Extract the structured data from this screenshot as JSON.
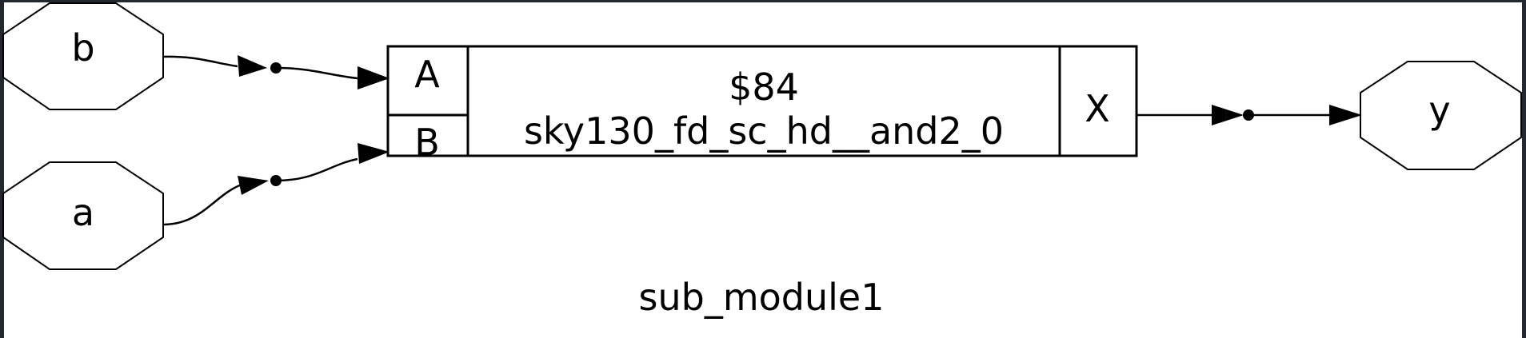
{
  "ports": {
    "b": {
      "label": "b"
    },
    "a": {
      "label": "a"
    },
    "y": {
      "label": "y"
    }
  },
  "cell": {
    "id": "$84",
    "type": "sky130_fd_sc_hd__and2_0",
    "inputs": [
      "A",
      "B"
    ],
    "output": "X"
  },
  "module": {
    "name": "sub_module1"
  }
}
